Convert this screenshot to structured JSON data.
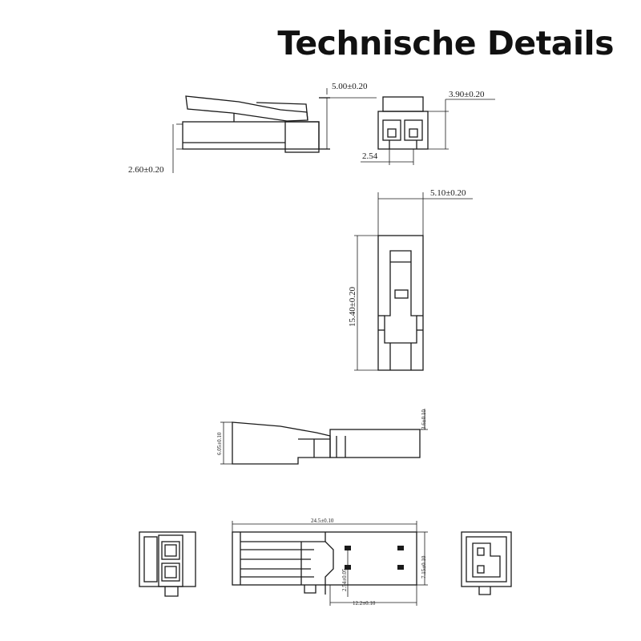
{
  "title": "Technische Details",
  "dimensions": {
    "side_height": "5.00±0.20",
    "end_width": "3.90±0.20",
    "pitch": "2.54",
    "base_height": "2.60±0.20",
    "top_width": "5.10±0.20",
    "top_length": "15.40±0.20",
    "mid_height": "6.05±0.10",
    "mid_tip": "3.6±0.10",
    "bottom_length": "24.5±0.10",
    "bottom_height": "7.15±0.10",
    "bottom_sub": "12.2±0.10",
    "bottom_small": "2.54±0.05"
  }
}
